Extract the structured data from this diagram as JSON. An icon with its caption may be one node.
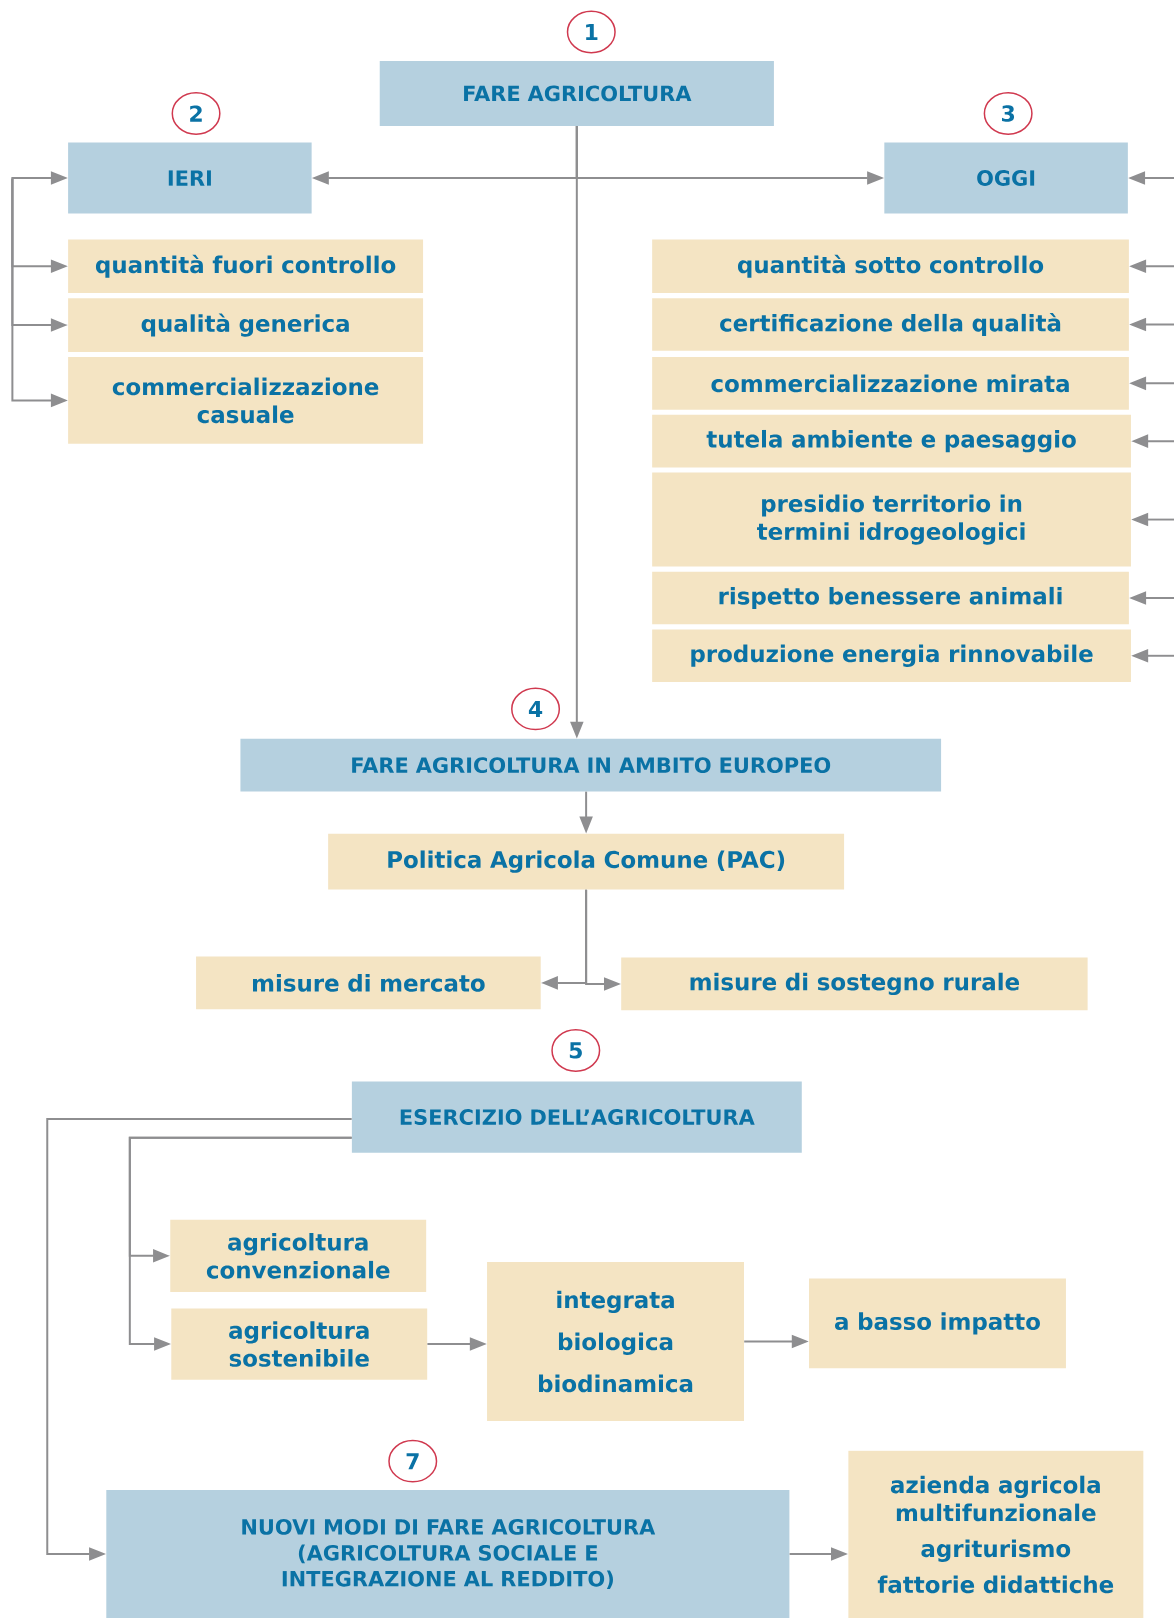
{
  "diagram": {
    "nodes": [
      {
        "text": [
          "FARE AGRICOLTURA"
        ]
      },
      {
        "text": [
          "IERI"
        ]
      },
      {
        "text": [
          "OGGI"
        ]
      },
      {
        "text": [
          "quantità fuori controllo"
        ]
      },
      {
        "text": [
          "qualità generica"
        ]
      },
      {
        "text": [
          "commercializzazione casuale"
        ]
      },
      {
        "text": [
          "quantità sotto controllo"
        ]
      },
      {
        "text": [
          "certificazione della qualità"
        ]
      },
      {
        "text": [
          "commercializzazione mirata"
        ]
      },
      {
        "text": [
          "tutela ambiente e paesaggio"
        ]
      },
      {
        "text": [
          "presidio territorio in termini idrogeologici"
        ]
      },
      {
        "text": [
          "rispetto benessere animali"
        ]
      },
      {
        "text": [
          "produzione energia rinnovabile"
        ]
      },
      {
        "text": [
          "FARE AGRICOLTURA IN AMBITO EUROPEO"
        ]
      },
      {
        "text": [
          "Politica Agricola Comune (PAC)"
        ]
      },
      {
        "text": [
          "misure di mercato"
        ]
      },
      {
        "text": [
          "misure di sostegno rurale"
        ]
      },
      {
        "text": [
          "ESERCIZIO DELL’AGRICOLTURA"
        ]
      },
      {
        "text": [
          "agricoltura convenzionale"
        ]
      },
      {
        "text": [
          "agricoltura sostenibile"
        ]
      },
      {
        "text": [
          "integrata",
          "biologica",
          "biodinamica"
        ]
      },
      {
        "text": [
          "a basso impatto"
        ]
      },
      {
        "text": [
          "NUOVI MODI DI FARE AGRICOLTURA (AGRICOLTURA SOCIALE E INTEGRAZIONE AL REDDITO)"
        ]
      },
      {
        "text": [
          "azienda agricola multifunzionale",
          "agriturismo",
          "fattorie didattiche"
        ]
      }
    ],
    "edges": [
      {
        "from": 0,
        "to": 1,
        "arrow": "to"
      },
      {
        "from": 0,
        "to": 2,
        "arrow": "to"
      },
      {
        "from": 0,
        "to": 13,
        "arrow": "to"
      },
      {
        "from": null,
        "to": 1,
        "arrow": "to"
      },
      {
        "from": null,
        "to": 3,
        "arrow": "to"
      },
      {
        "from": null,
        "to": 4,
        "arrow": "to"
      },
      {
        "from": null,
        "to": 5,
        "arrow": "to"
      },
      {
        "from": null,
        "to": 2,
        "arrow": "to"
      },
      {
        "from": null,
        "to": 6,
        "arrow": "to"
      },
      {
        "from": null,
        "to": 7,
        "arrow": "to"
      },
      {
        "from": null,
        "to": 8,
        "arrow": "to"
      },
      {
        "from": null,
        "to": 9,
        "arrow": "to"
      },
      {
        "from": null,
        "to": 10,
        "arrow": "to"
      },
      {
        "from": null,
        "to": 11,
        "arrow": "to"
      },
      {
        "from": null,
        "to": 12,
        "arrow": "to"
      },
      {
        "from": 13,
        "to": 14,
        "arrow": "to"
      },
      {
        "from": 14,
        "to": 15,
        "arrow": "to"
      },
      {
        "from": 14,
        "to": 16,
        "arrow": "to"
      },
      {
        "from": 17,
        "to": 18,
        "arrow": "to"
      },
      {
        "from": 17,
        "to": 19,
        "arrow": "to"
      },
      {
        "from": 17,
        "to": 22,
        "arrow": "to"
      },
      {
        "from": 19,
        "to": 20,
        "arrow": "to"
      },
      {
        "from": 20,
        "to": 21,
        "arrow": "to"
      },
      {
        "from": 22,
        "to": 23,
        "arrow": "to"
      }
    ],
    "labels": [
      "1",
      "2",
      "3",
      "4",
      "5",
      "7"
    ]
  }
}
